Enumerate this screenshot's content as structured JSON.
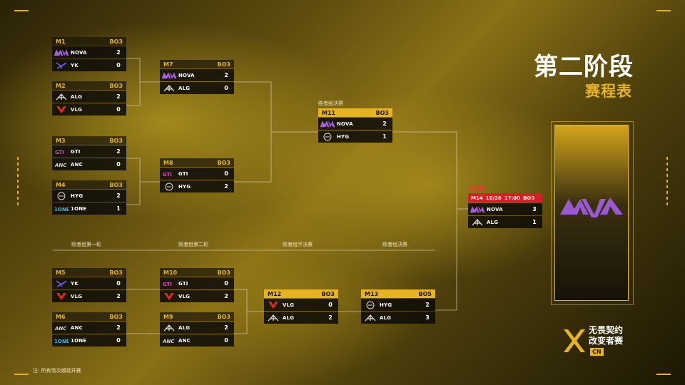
{
  "title": "第二阶段",
  "subtitle": "赛程表",
  "note": "注: 所有场次顺延开赛",
  "brand": {
    "line1": "无畏契约",
    "line2": "改变者赛",
    "badge": "CN"
  },
  "labels": {
    "winners_final": "胜者组决赛",
    "grand_final": "总决赛",
    "lb_r1": "败者组第一轮",
    "lb_r2": "败者组第二轮",
    "lb_sf": "败者组半决赛",
    "lb_final": "败者组决赛"
  },
  "colors": {
    "accent": "#e6b422",
    "final_red": "#d81f26",
    "nova_purple": "#9b59d0"
  },
  "matches": {
    "m1": {
      "id": "M1",
      "fmt": "BO3",
      "teams": [
        {
          "name": "NOVA",
          "score": "2",
          "icon": "nova-logo-icon"
        },
        {
          "name": "YK",
          "score": "0",
          "icon": "yk-logo-icon"
        }
      ]
    },
    "m2": {
      "id": "M2",
      "fmt": "BO3",
      "teams": [
        {
          "name": "ALG",
          "score": "2",
          "icon": "alg-logo-icon"
        },
        {
          "name": "VLG",
          "score": "0",
          "icon": "vlg-logo-icon"
        }
      ]
    },
    "m3": {
      "id": "M3",
      "fmt": "BO3",
      "teams": [
        {
          "name": "GTI",
          "score": "2",
          "icon": "gti-logo-icon"
        },
        {
          "name": "ANC",
          "score": "0",
          "icon": "anc-logo-icon"
        }
      ]
    },
    "m4": {
      "id": "M4",
      "fmt": "BO3",
      "teams": [
        {
          "name": "HYG",
          "score": "2",
          "icon": "hyg-logo-icon"
        },
        {
          "name": "1ONE",
          "score": "1",
          "icon": "1one-logo-icon"
        }
      ]
    },
    "m5": {
      "id": "M5",
      "fmt": "BO3",
      "teams": [
        {
          "name": "YK",
          "score": "0",
          "icon": "yk-logo-icon"
        },
        {
          "name": "VLG",
          "score": "2",
          "icon": "vlg-logo-icon"
        }
      ]
    },
    "m6": {
      "id": "M6",
      "fmt": "BO3",
      "teams": [
        {
          "name": "ANC",
          "score": "2",
          "icon": "anc-logo-icon"
        },
        {
          "name": "1ONE",
          "score": "0",
          "icon": "1one-logo-icon"
        }
      ]
    },
    "m7": {
      "id": "M7",
      "fmt": "BO3",
      "teams": [
        {
          "name": "NOVA",
          "score": "2",
          "icon": "nova-logo-icon"
        },
        {
          "name": "ALG",
          "score": "0",
          "icon": "alg-logo-icon"
        }
      ]
    },
    "m8": {
      "id": "M8",
      "fmt": "BO3",
      "teams": [
        {
          "name": "GTI",
          "score": "0",
          "icon": "gti-logo-icon"
        },
        {
          "name": "HYG",
          "score": "2",
          "icon": "hyg-logo-icon"
        }
      ]
    },
    "m9": {
      "id": "M9",
      "fmt": "BO3",
      "teams": [
        {
          "name": "ALG",
          "score": "2",
          "icon": "alg-logo-icon"
        },
        {
          "name": "ANC",
          "score": "0",
          "icon": "anc-logo-icon"
        }
      ]
    },
    "m10": {
      "id": "M10",
      "fmt": "BO3",
      "teams": [
        {
          "name": "GTI",
          "score": "0",
          "icon": "gti-logo-icon"
        },
        {
          "name": "VLG",
          "score": "2",
          "icon": "vlg-logo-icon"
        }
      ]
    },
    "m11": {
      "id": "M11",
      "fmt": "BO3",
      "teams": [
        {
          "name": "NOVA",
          "score": "2",
          "icon": "nova-logo-icon"
        },
        {
          "name": "HYG",
          "score": "1",
          "icon": "hyg-logo-icon"
        }
      ]
    },
    "m12": {
      "id": "M12",
      "fmt": "BO3",
      "teams": [
        {
          "name": "VLG",
          "score": "0",
          "icon": "vlg-logo-icon"
        },
        {
          "name": "ALG",
          "score": "2",
          "icon": "alg-logo-icon"
        }
      ]
    },
    "m13": {
      "id": "M13",
      "fmt": "BO5",
      "teams": [
        {
          "name": "HYG",
          "score": "2",
          "icon": "hyg-logo-icon"
        },
        {
          "name": "ALG",
          "score": "3",
          "icon": "alg-logo-icon"
        }
      ]
    },
    "m14": {
      "id": "M14",
      "date": "10/26",
      "time": "17:00",
      "fmt": "BO5",
      "teams": [
        {
          "name": "NOVA",
          "score": "3",
          "icon": "nova-logo-icon"
        },
        {
          "name": "ALG",
          "score": "1",
          "icon": "alg-logo-icon"
        }
      ]
    }
  },
  "champion": {
    "icon": "nova-logo-icon"
  }
}
